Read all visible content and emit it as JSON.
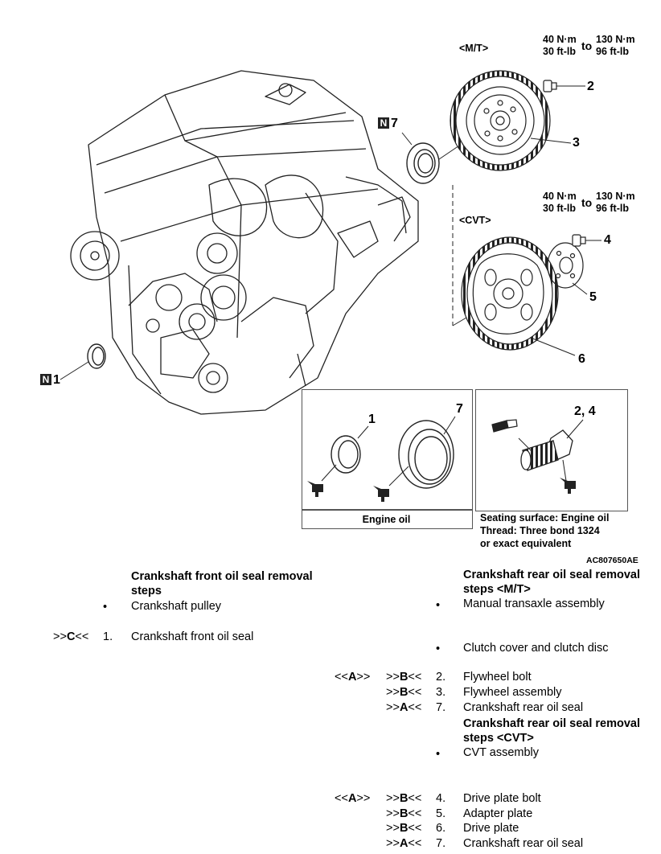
{
  "diagram": {
    "mt_label": "<M/T>",
    "cvt_label": "<CVT>",
    "torque_top": {
      "nm_low": "40 N·m",
      "lb_low": "30 ft-lb",
      "to": "to",
      "nm_high": "130 N·m",
      "lb_high": "96 ft-lb"
    },
    "torque_mid": {
      "nm_low": "40 N·m",
      "lb_low": "30 ft-lb",
      "to": "to",
      "nm_high": "130 N·m",
      "lb_high": "96 ft-lb"
    },
    "callouts": {
      "c1": "1",
      "c2": "2",
      "c3": "3",
      "c4": "4",
      "c5": "5",
      "c6": "6",
      "c7": "7"
    },
    "n_mark": "N",
    "detail_left": {
      "c1": "1",
      "c7": "7",
      "caption": "Engine oil"
    },
    "detail_right": {
      "c24": "2, 4",
      "caption_line1": "Seating surface: Engine oil",
      "caption_line2": "Thread: Three bond 1324",
      "caption_line3": "or exact equivalent"
    },
    "figure_id": "AC807650AE"
  },
  "front_steps": {
    "title_line1": "Crankshaft front oil seal removal",
    "title_line2": "steps",
    "bullet": "•",
    "item_pulley": "Crankshaft pulley",
    "item1_ref_pre": ">>",
    "item1_ref_letter": "C",
    "item1_ref_post": "<<",
    "item1_num": "1.",
    "item1_text": "Crankshaft front oil seal"
  },
  "rear_mt": {
    "title_line1": "Crankshaft rear oil seal removal",
    "title_line2": "steps <M/T>",
    "bullet": "•",
    "b1": "Manual transaxle assembly",
    "b2": "Clutch cover and clutch disc",
    "rows": [
      {
        "inst_pre": "<<",
        "inst": "A",
        "inst_post": ">>",
        "ref_pre": ">>",
        "ref": "B",
        "ref_post": "<<",
        "num": "2.",
        "text": "Flywheel bolt"
      },
      {
        "inst_pre": "",
        "inst": "",
        "inst_post": "",
        "ref_pre": ">>",
        "ref": "B",
        "ref_post": "<<",
        "num": "3.",
        "text": "Flywheel assembly"
      },
      {
        "inst_pre": "",
        "inst": "",
        "inst_post": "",
        "ref_pre": ">>",
        "ref": "A",
        "ref_post": "<<",
        "num": "7.",
        "text": "Crankshaft rear oil seal"
      }
    ]
  },
  "rear_cvt": {
    "title_line1": "Crankshaft rear oil seal removal",
    "title_line2": "steps <CVT>",
    "bullet": "•",
    "b1": "CVT assembly",
    "rows": [
      {
        "inst_pre": "<<",
        "inst": "A",
        "inst_post": ">>",
        "ref_pre": ">>",
        "ref": "B",
        "ref_post": "<<",
        "num": "4.",
        "text": "Drive plate bolt"
      },
      {
        "inst_pre": "",
        "inst": "",
        "inst_post": "",
        "ref_pre": ">>",
        "ref": "B",
        "ref_post": "<<",
        "num": "5.",
        "text": "Adapter plate"
      },
      {
        "inst_pre": "",
        "inst": "",
        "inst_post": "",
        "ref_pre": ">>",
        "ref": "B",
        "ref_post": "<<",
        "num": "6.",
        "text": "Drive plate"
      },
      {
        "inst_pre": "",
        "inst": "",
        "inst_post": "",
        "ref_pre": ">>",
        "ref": "A",
        "ref_post": "<<",
        "num": "7.",
        "text": "Crankshaft rear oil seal"
      }
    ]
  }
}
